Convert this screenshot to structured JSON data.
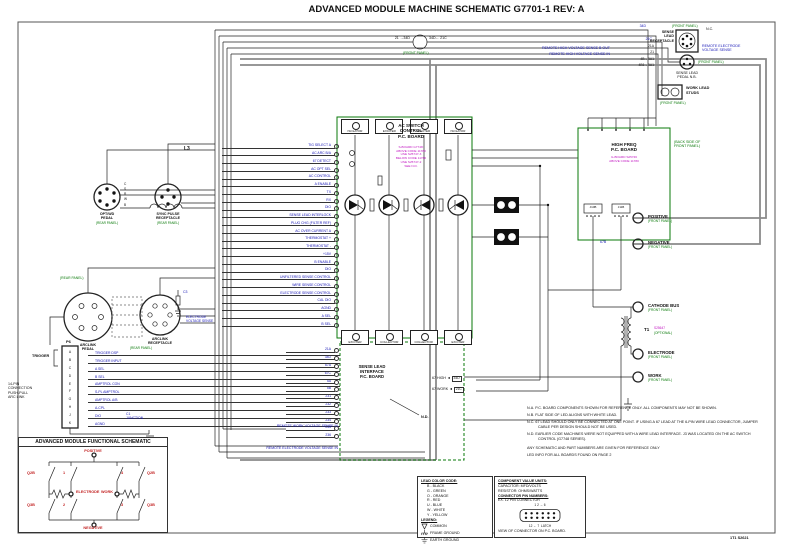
{
  "title": "ADVANCED MODULE MACHINE SCHEMATIC G7701-1 REV: A",
  "doc_number": "1T1 S2621",
  "colors": {
    "board_green": "#0a7a0a",
    "label_blue": "#1515b5",
    "note_magenta": "#c013c0",
    "accent_red": "#c22222"
  },
  "boards": {
    "ac_switch": {
      "name": "AC SWITCH\nCONTROL\nP.C. BOARD",
      "note": "S-BOARD G7748:\nABOVE CODE 11780\nUSE S25747-3\nBELOW CODE 11780\nUSE S25747-2\nSEE N.D.",
      "top_modules": [
        "ISOLATOR",
        "EXCITER",
        "EXCITER",
        "ISOLATOR"
      ],
      "bottom_modules": [
        "EXCITER",
        "COLLECTOR",
        "COLLECTOR",
        "EXCITER"
      ]
    },
    "high_freq": {
      "name": "HIGH FREQ\nP.C. BOARD",
      "note": "G-BOARD S25746\nABOVE CODE 11780",
      "location": "(BACK SIDE OF\nFRONT PANEL)",
      "connectors": [
        "J10B",
        "J11B"
      ],
      "code": "67B"
    },
    "sense_lead": {
      "name": "SENSE LEAD\nINTERFACE\nP.C. BOARD"
    }
  },
  "ac_pins": [
    "TIG SELECT A",
    "AC ARC B/A",
    "67 DETECT",
    "AC OPT SEL",
    "AC CONTROL",
    "A ENABLE",
    "TX",
    "RX",
    "DIO",
    "SENSE LEAD INTERLOCK",
    "PLUG CHG (FILTER REF)",
    "AC OVER CURRENT A",
    "THERMOSTAT +",
    "THERMOSTAT -",
    "+15V",
    "B ENABLE",
    "DIO",
    "UNFILTERED SENSE CONTROL",
    "WIRE SENSE CONTROL",
    "ELECTRODE SENSE CONTROL",
    "CAL DIO",
    "AGND",
    "A SEL",
    "B SEL"
  ],
  "sense_pins": [
    "21A",
    "34D",
    "67A",
    "67C",
    "5A",
    "5B",
    "231",
    "232",
    "233",
    "234",
    "235",
    "236"
  ],
  "p6": {
    "label": "P6",
    "bracket": "TRIGGER",
    "side_note": "14-PIN\nCONNECTION\nPUSH-PULL\nARC LINK",
    "c1": "C1\nJUNCTION",
    "pins": [
      {
        "pin": "A",
        "label": "TRIGGER DSP"
      },
      {
        "pin": "B",
        "label": "TRIGGER INPUT"
      },
      {
        "pin": "C",
        "label": "A SEL"
      },
      {
        "pin": "D",
        "label": "B SEL"
      },
      {
        "pin": "E",
        "label": "AMPTROL CON"
      },
      {
        "pin": "F",
        "label": "S-PL AMPTROL"
      },
      {
        "pin": "G",
        "label": "AMPTROL A/B"
      },
      {
        "pin": "H",
        "label": "A-CPL"
      },
      {
        "pin": "J",
        "label": "DIO"
      },
      {
        "pin": "K",
        "label": "AGND"
      }
    ]
  },
  "left": {
    "l3": "L3",
    "pedal": "OPT/WD\nPEDAL",
    "pedal_panel": "(REAR PANEL)",
    "sync": "SYNC PULSE\nRECEPTACLE",
    "sync_panel": "(REAR PANEL)",
    "pin_letters": [
      "C",
      "S",
      "R",
      "W",
      "B"
    ],
    "arc_pedal": "ARCLINK\nPEDAL",
    "arc_pedal_panel": "(REAR PANEL)",
    "arc_recep": "ARCLINK\nRECEPTACLE",
    "arc_recep_panel": "(REAR PANEL)",
    "c3": "C3",
    "remote": "ELECTRODE\nVOLTAGE SENSE"
  },
  "top": {
    "fuse_left": "21 →34D",
    "fuse_right": "34D← 21C",
    "fuse_panel": "(FRONT PANEL)",
    "w34d": "34D",
    "w21c": "21C",
    "sense_b_out": "REMOTE HIGH VOLTAGE SENSE B OUT",
    "sense_in": "REMOTE HIGH VOLTAGE SENSE IN"
  },
  "right": {
    "recep_panel": "(FRONT PANEL)",
    "recep": "SENSE\nLEAD\nRECEPTACLE",
    "nc": "N.C.",
    "remote_elec": "REMOTE ELECTRODE\nVOLTAGE SENSE",
    "pedal": "SENSE LEAD\nPEDAL  N.B.",
    "pedal_panel": "(FRONT PANEL)",
    "work_lead": "WORK LEAD\nSTUDS",
    "work_lead_panel": "(FRONT PANEL)",
    "codes": [
      "21A",
      "21",
      "4B→5A1",
      "4B1→5A1"
    ],
    "terminals": [
      {
        "label": "POSITIVE",
        "panel": "(FRONT PANEL)"
      },
      {
        "label": "NEGATIVE",
        "panel": "(FRONT PANEL)"
      },
      {
        "label": "CATHODE BUS",
        "panel": "(FRONT PANEL)"
      },
      {
        "label": "ELECTRODE",
        "panel": "(FRONT PANEL)"
      },
      {
        "label": "WORK",
        "panel": "(FRONT PANEL)"
      }
    ],
    "t1": "T1",
    "t1_part": "S25647",
    "t1_opt": "(OPTIONAL)"
  },
  "bottom": {
    "remote_work": "REMOTE WORK VOLTAGE SENSE IN",
    "remote_elec": "REMOTE ELECTRODE VOLTAGE SENSE IN",
    "h67_high": "67 HIGH ◄",
    "h67_work": "67 WORK ◄",
    "tag1": "34D",
    "tag2": "21C",
    "nd": "N.D."
  },
  "functional": {
    "title": "ADVANCED MODULE FUNCTIONAL SCHEMATIC",
    "positive": "POSITIVE",
    "negative": "NEGATIVE",
    "electrode": "ELECTRODE",
    "work": "WORK",
    "sw1": "1",
    "sw2": "2",
    "sw3": "3",
    "sw4": "4",
    "q_tl": "Q2B",
    "q_bl": "Q3B",
    "q_tr": "Q2B",
    "q_br": "Q3B"
  },
  "legend": {
    "color_title": "LEAD COLOR CODE:",
    "colors": [
      "B - BLACK",
      "G - GREEN",
      "O - ORANGE",
      "R - RED",
      "U - BLUE",
      "W - WHITE",
      "Y - YELLOW"
    ],
    "legend_title": "LEGEND:",
    "common": "COMMON",
    "frame_ground": "FRAME GROUND",
    "earth_ground": "EARTH GROUND"
  },
  "component": {
    "title": "COMPONENT VALUE UNITS:",
    "cap": "CAPACITOR: MFD/VOLTS",
    "res": "RESISTOR: OHMS/WATTS",
    "conn_title": "CONNECTOR PIN NUMBERS:",
    "example": "EX. 12 PIN CONNECTOR",
    "pins_top": "1  2 →            6",
    "pins_bottom": "12 ←            7",
    "latch": "LATCH",
    "footer": "VIEW OF CONNECTOR ON P.C. BOARD."
  },
  "notes": {
    "na": "N.A.  P.C. BOARD COMPONENTS SHOWN FOR REFERENCE ONLY. ALL COMPONENTS MAY NOT BE SHOWN.",
    "nb": "N.B.  FLAT SIDE OF LED ALIGNS WITH WHITE LEAD.",
    "nc": "N.C.  67 LEAD SHOULD ONLY BE CONNECTED AT ONE POINT. IF USING A 67 LEAD AT THE 6-PIN WIRE LEAD CONNECTOR, JUMPER CABLE PER DESIGN SHOULD NOT BE USED.",
    "nd": "N.D.  EARLIER CODE MACHINES WERE NOT EQUIPPED WITH A WIRE LEAD INTERFACE. J3 WAS LOCATED ON THE AC SWITCH CONTROL (G7748 SERIES).",
    "footer1": "ANY SCHEMATIC AND PART NUMBERS ARE GIVEN FOR REFERENCE ONLY",
    "footer2": "LED INFO FOR ALL BOARDS FOUND ON PAGE 2"
  }
}
